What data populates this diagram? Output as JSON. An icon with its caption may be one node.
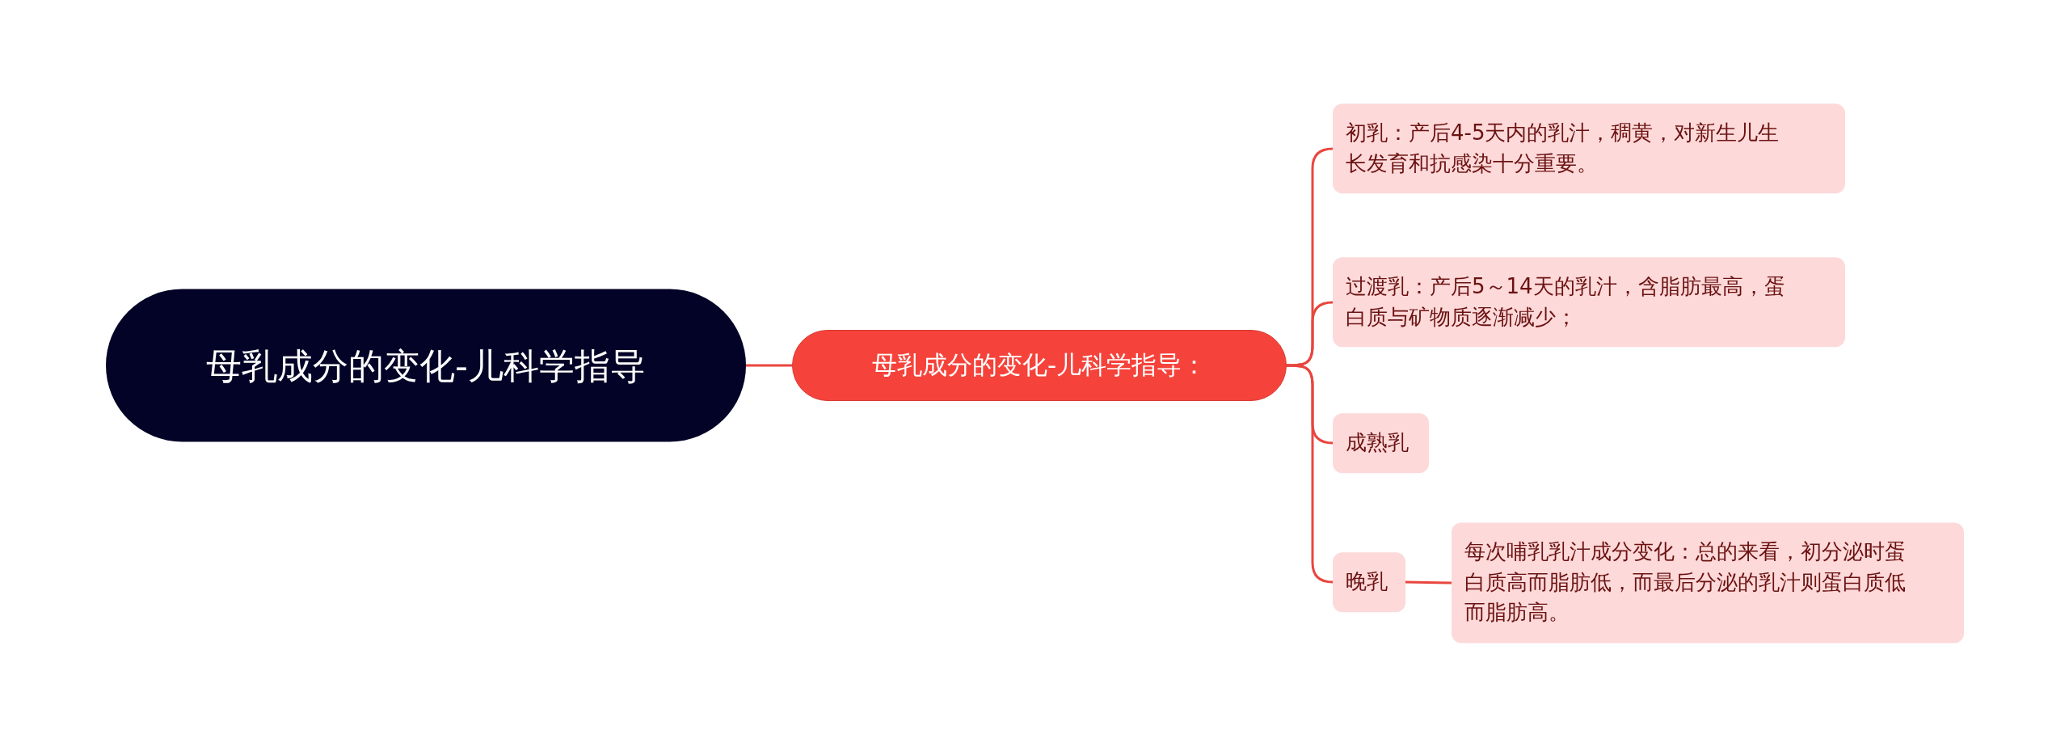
{
  "diagram": {
    "nodes": [
      {
        "text": [
          "母乳成分的变化-儿科学指导"
        ]
      },
      {
        "text": [
          "母乳成分的变化-儿科学指导："
        ]
      },
      {
        "text": [
          "初乳：产后4-5天内的乳汁，稠黄，对新生儿生长发育和抗感染十分重要。"
        ]
      },
      {
        "text": [
          "过渡乳：产后5～14天的乳汁，含脂肪最高，蛋白质与矿物质逐渐减少；"
        ]
      },
      {
        "text": [
          "成熟乳"
        ]
      },
      {
        "text": [
          "晚乳"
        ]
      },
      {
        "text": [
          "每次哺乳乳汁成分变化：总的来看，初分泌时蛋白质高而脂肪低，而最后分泌的乳汁则蛋白质低而脂肪高。"
        ]
      }
    ],
    "edges": [
      {
        "from": 0,
        "to": 1,
        "arrow": "none"
      },
      {
        "from": 1,
        "to": 2,
        "arrow": "none"
      },
      {
        "from": 1,
        "to": 3,
        "arrow": "none"
      },
      {
        "from": 1,
        "to": 4,
        "arrow": "none"
      },
      {
        "from": 1,
        "to": 5,
        "arrow": "none"
      },
      {
        "from": 5,
        "to": 6,
        "arrow": "none"
      }
    ]
  }
}
